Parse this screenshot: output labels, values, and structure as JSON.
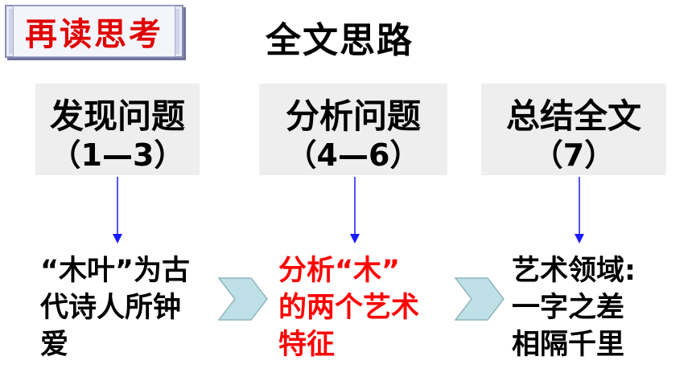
{
  "tag": {
    "label": "再读思考"
  },
  "title": "全文思路",
  "sections": [
    {
      "heading": "发现问题",
      "range": "（1—3）",
      "desc": [
        "“木叶”为古",
        "代诗人所钟",
        "爱"
      ]
    },
    {
      "heading": "分析问题",
      "range": "（4—6）",
      "desc": [
        "分析“木”",
        "的两个艺术",
        "特征"
      ]
    },
    {
      "heading": "总结全文",
      "range": "（7）",
      "desc": [
        "艺术领域:",
        "一字之差",
        "相隔千里"
      ]
    }
  ],
  "colors": {
    "tag_text": "#e00000",
    "highlight_text": "#ff0000",
    "box_bg": "#eeeeee",
    "arrow": "#1a1aff",
    "chevron_fill": "#bfe0e6",
    "chevron_stroke": "#8fb5bd"
  }
}
